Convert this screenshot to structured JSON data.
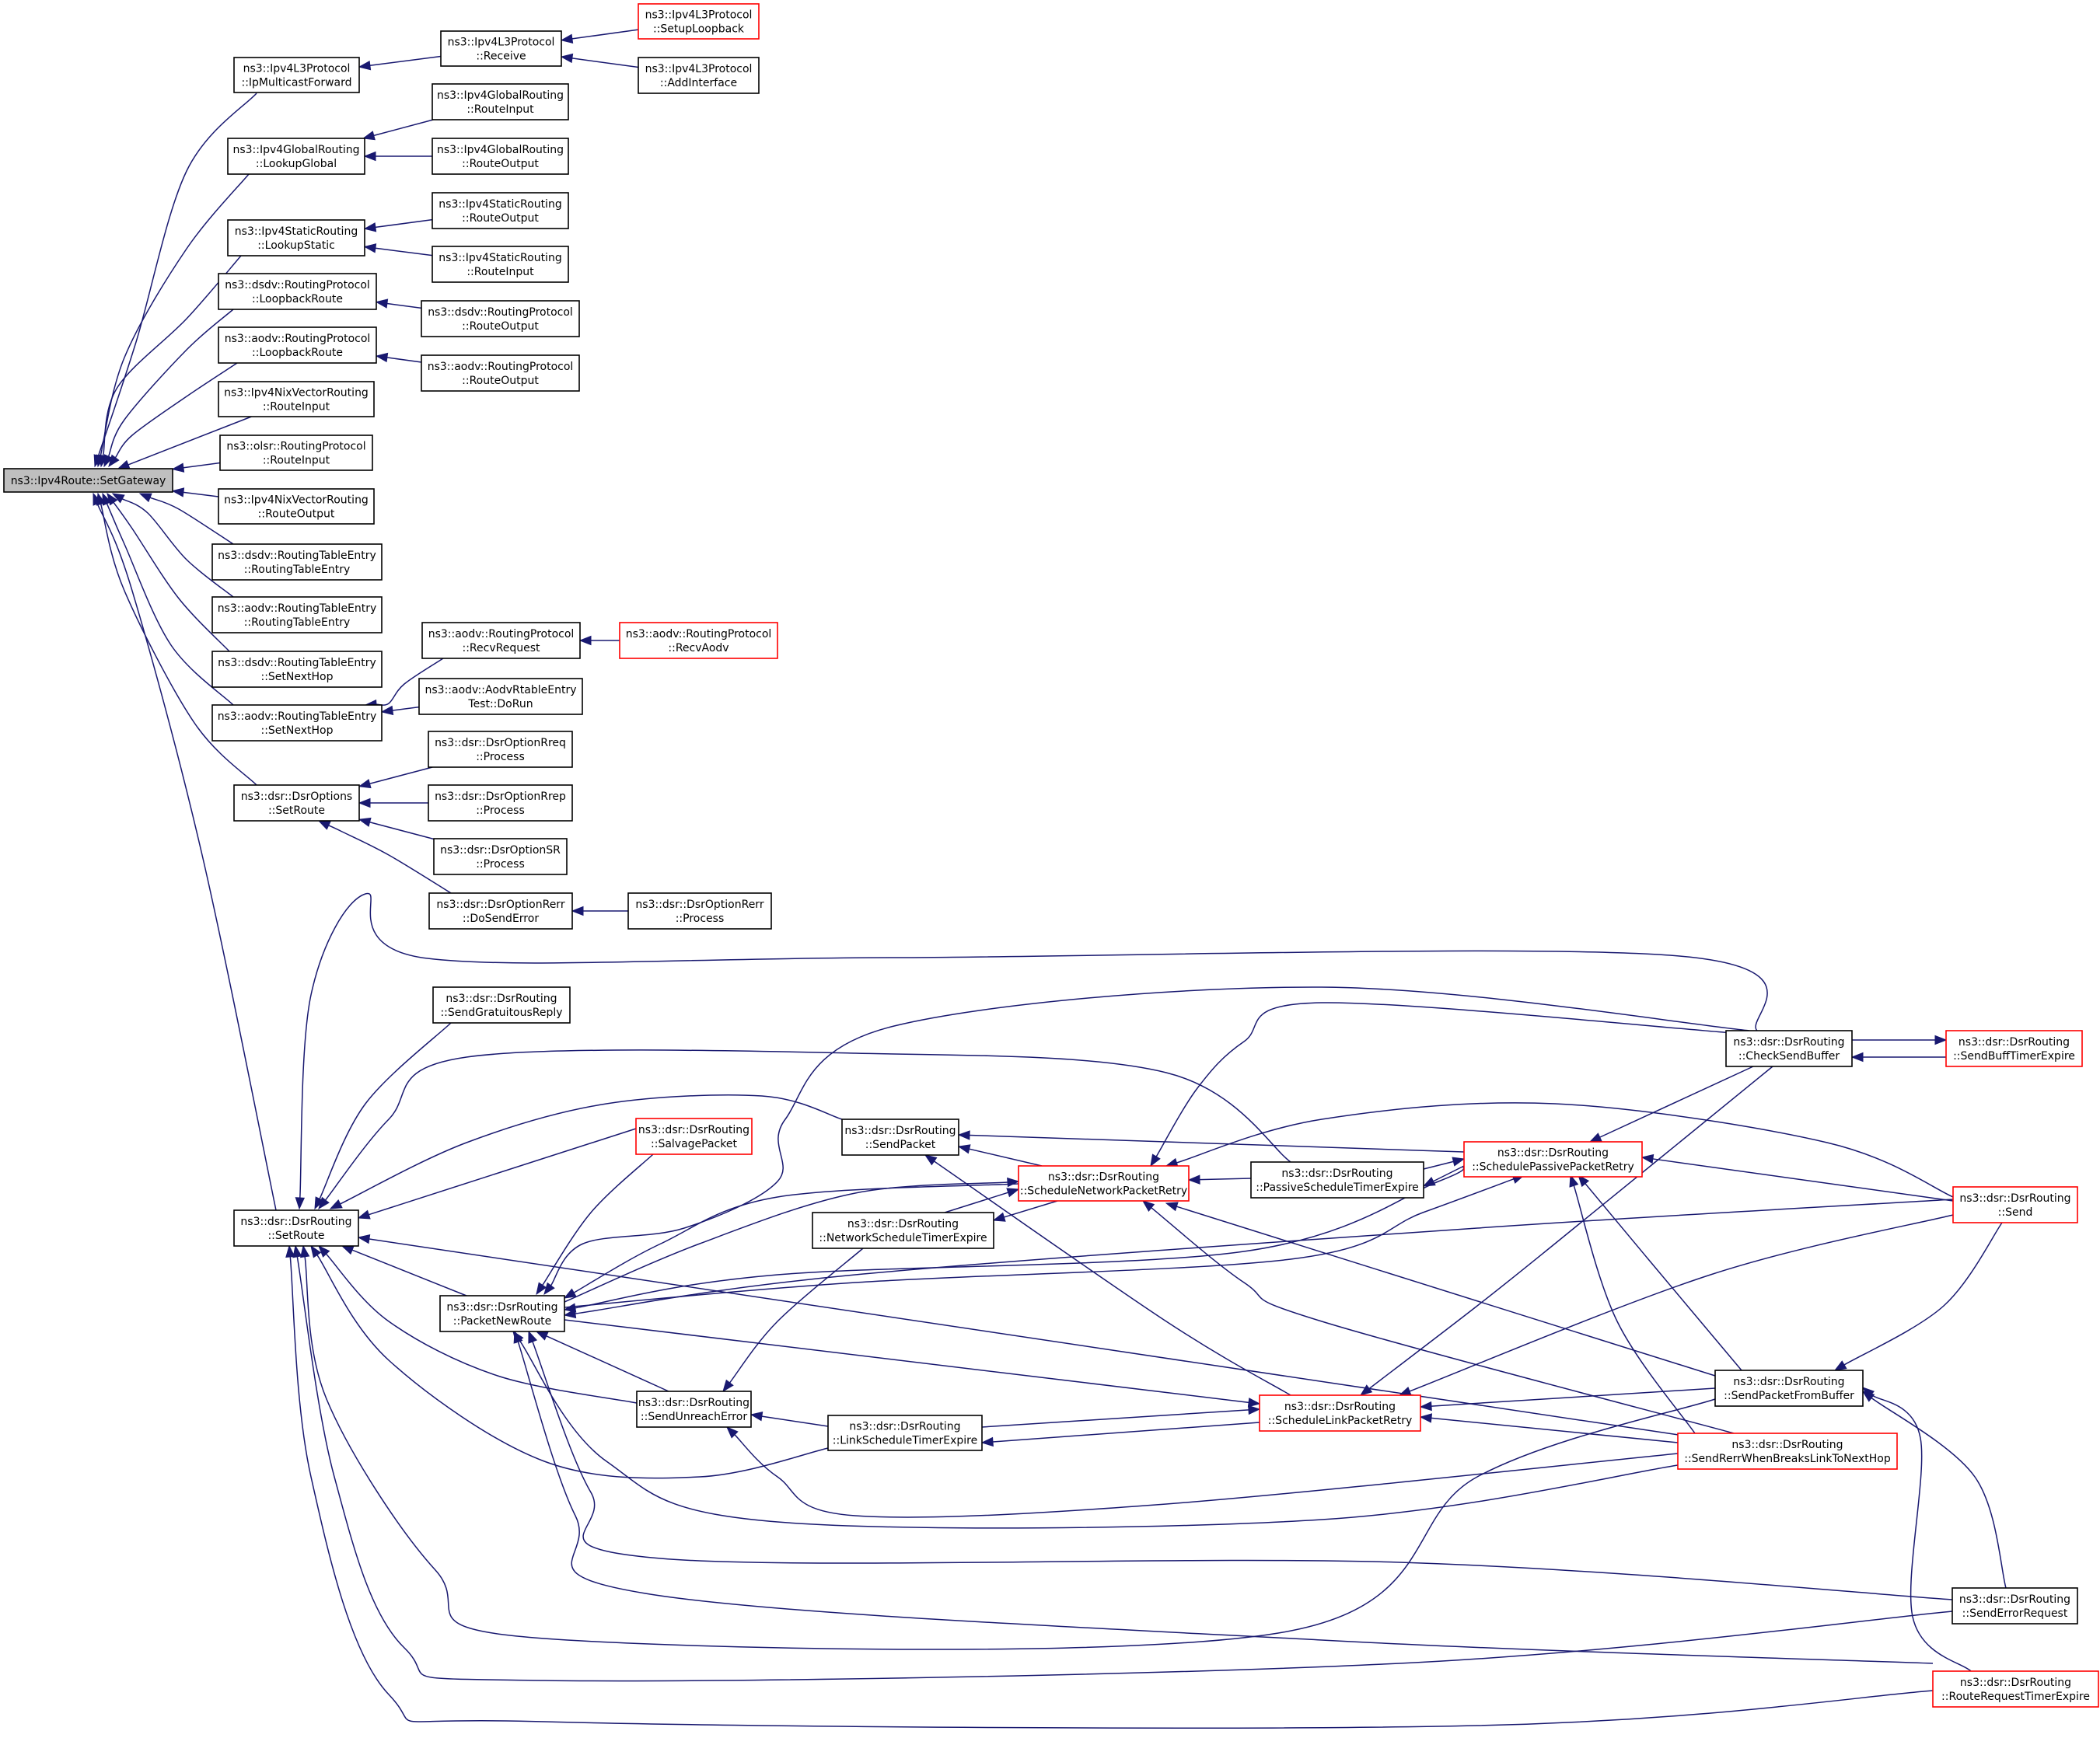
{
  "graph": {
    "type": "caller-graph",
    "root": "setgateway",
    "legend_colors": {
      "edge": "#191970",
      "node_border": "#000000",
      "truncated_node_border": "#ff0000",
      "root_fill": "#bfbfbf"
    },
    "nodes": [
      {
        "id": "setgateway",
        "lines": [
          "ns3::Ipv4Route::SetGateway"
        ],
        "style": "root"
      },
      {
        "id": "ipmulticastforward",
        "lines": [
          "ns3::Ipv4L3Protocol",
          "::IpMulticastForward"
        ],
        "style": "normal"
      },
      {
        "id": "l3receive",
        "lines": [
          "ns3::Ipv4L3Protocol",
          "::Receive"
        ],
        "style": "normal"
      },
      {
        "id": "setuploopback",
        "lines": [
          "ns3::Ipv4L3Protocol",
          "::SetupLoopback"
        ],
        "style": "truncated"
      },
      {
        "id": "addinterface",
        "lines": [
          "ns3::Ipv4L3Protocol",
          "::AddInterface"
        ],
        "style": "normal"
      },
      {
        "id": "lookupglobal",
        "lines": [
          "ns3::Ipv4GlobalRouting",
          "::LookupGlobal"
        ],
        "style": "normal"
      },
      {
        "id": "global_routeinput",
        "lines": [
          "ns3::Ipv4GlobalRouting",
          "::RouteInput"
        ],
        "style": "normal"
      },
      {
        "id": "global_routeoutput",
        "lines": [
          "ns3::Ipv4GlobalRouting",
          "::RouteOutput"
        ],
        "style": "normal"
      },
      {
        "id": "lookupstatic",
        "lines": [
          "ns3::Ipv4StaticRouting",
          "::LookupStatic"
        ],
        "style": "normal"
      },
      {
        "id": "static_routeoutput",
        "lines": [
          "ns3::Ipv4StaticRouting",
          "::RouteOutput"
        ],
        "style": "normal"
      },
      {
        "id": "static_routeinput",
        "lines": [
          "ns3::Ipv4StaticRouting",
          "::RouteInput"
        ],
        "style": "normal"
      },
      {
        "id": "dsdv_loopback",
        "lines": [
          "ns3::dsdv::RoutingProtocol",
          "::LoopbackRoute"
        ],
        "style": "normal"
      },
      {
        "id": "dsdv_routeoutput",
        "lines": [
          "ns3::dsdv::RoutingProtocol",
          "::RouteOutput"
        ],
        "style": "normal"
      },
      {
        "id": "aodv_loopback",
        "lines": [
          "ns3::aodv::RoutingProtocol",
          "::LoopbackRoute"
        ],
        "style": "normal"
      },
      {
        "id": "aodv_routeoutput",
        "lines": [
          "ns3::aodv::RoutingProtocol",
          "::RouteOutput"
        ],
        "style": "normal"
      },
      {
        "id": "nix_routeinput",
        "lines": [
          "ns3::Ipv4NixVectorRouting",
          "::RouteInput"
        ],
        "style": "normal"
      },
      {
        "id": "olsr_routeinput",
        "lines": [
          "ns3::olsr::RoutingProtocol",
          "::RouteInput"
        ],
        "style": "normal"
      },
      {
        "id": "nix_routeoutput",
        "lines": [
          "ns3::Ipv4NixVectorRouting",
          "::RouteOutput"
        ],
        "style": "normal"
      },
      {
        "id": "dsdv_rte_ctor",
        "lines": [
          "ns3::dsdv::RoutingTableEntry",
          "::RoutingTableEntry"
        ],
        "style": "normal"
      },
      {
        "id": "aodv_rte_ctor",
        "lines": [
          "ns3::aodv::RoutingTableEntry",
          "::RoutingTableEntry"
        ],
        "style": "normal"
      },
      {
        "id": "dsdv_setnexthop",
        "lines": [
          "ns3::dsdv::RoutingTableEntry",
          "::SetNextHop"
        ],
        "style": "normal"
      },
      {
        "id": "aodv_setnexthop",
        "lines": [
          "ns3::aodv::RoutingTableEntry",
          "::SetNextHop"
        ],
        "style": "normal"
      },
      {
        "id": "aodv_recvrequest",
        "lines": [
          "ns3::aodv::RoutingProtocol",
          "::RecvRequest"
        ],
        "style": "normal"
      },
      {
        "id": "aodv_recvaodv",
        "lines": [
          "ns3::aodv::RoutingProtocol",
          "::RecvAodv"
        ],
        "style": "truncated"
      },
      {
        "id": "aodv_rtabletest",
        "lines": [
          "ns3::aodv::AodvRtableEntry",
          "Test::DoRun"
        ],
        "style": "normal"
      },
      {
        "id": "dsroptions_setroute",
        "lines": [
          "ns3::dsr::DsrOptions",
          "::SetRoute"
        ],
        "style": "normal"
      },
      {
        "id": "rreq_process",
        "lines": [
          "ns3::dsr::DsrOptionRreq",
          "::Process"
        ],
        "style": "normal"
      },
      {
        "id": "rrep_process",
        "lines": [
          "ns3::dsr::DsrOptionRrep",
          "::Process"
        ],
        "style": "normal"
      },
      {
        "id": "sr_process",
        "lines": [
          "ns3::dsr::DsrOptionSR",
          "::Process"
        ],
        "style": "normal"
      },
      {
        "id": "rerr_dosenderror",
        "lines": [
          "ns3::dsr::DsrOptionRerr",
          "::DoSendError"
        ],
        "style": "normal"
      },
      {
        "id": "rerr_process",
        "lines": [
          "ns3::dsr::DsrOptionRerr",
          "::Process"
        ],
        "style": "normal"
      },
      {
        "id": "dsrrouting_setroute",
        "lines": [
          "ns3::dsr::DsrRouting",
          "::SetRoute"
        ],
        "style": "normal"
      },
      {
        "id": "sendgratuitousreply",
        "lines": [
          "ns3::dsr::DsrRouting",
          "::SendGratuitousReply"
        ],
        "style": "normal"
      },
      {
        "id": "salvagepacket",
        "lines": [
          "ns3::dsr::DsrRouting",
          "::SalvagePacket"
        ],
        "style": "truncated"
      },
      {
        "id": "sendpacket",
        "lines": [
          "ns3::dsr::DsrRouting",
          "::SendPacket"
        ],
        "style": "normal"
      },
      {
        "id": "packetnewroute",
        "lines": [
          "ns3::dsr::DsrRouting",
          "::PacketNewRoute"
        ],
        "style": "normal"
      },
      {
        "id": "schednetretry",
        "lines": [
          "ns3::dsr::DsrRouting",
          "::ScheduleNetworkPacketRetry"
        ],
        "style": "truncated"
      },
      {
        "id": "netschedtimer",
        "lines": [
          "ns3::dsr::DsrRouting",
          "::NetworkScheduleTimerExpire"
        ],
        "style": "normal"
      },
      {
        "id": "passiveschedtimer",
        "lines": [
          "ns3::dsr::DsrRouting",
          "::PassiveScheduleTimerExpire"
        ],
        "style": "normal"
      },
      {
        "id": "schedpassiveretry",
        "lines": [
          "ns3::dsr::DsrRouting",
          "::SchedulePassivePacketRetry"
        ],
        "style": "truncated"
      },
      {
        "id": "checksendbuffer",
        "lines": [
          "ns3::dsr::DsrRouting",
          "::CheckSendBuffer"
        ],
        "style": "normal"
      },
      {
        "id": "sendbufftimer",
        "lines": [
          "ns3::dsr::DsrRouting",
          "::SendBuffTimerExpire"
        ],
        "style": "truncated"
      },
      {
        "id": "send",
        "lines": [
          "ns3::dsr::DsrRouting",
          "::Send"
        ],
        "style": "truncated"
      },
      {
        "id": "sendunreacherror",
        "lines": [
          "ns3::dsr::DsrRouting",
          "::SendUnreachError"
        ],
        "style": "normal"
      },
      {
        "id": "linkschedtimer",
        "lines": [
          "ns3::dsr::DsrRouting",
          "::LinkScheduleTimerExpire"
        ],
        "style": "normal"
      },
      {
        "id": "schedlinkretry",
        "lines": [
          "ns3::dsr::DsrRouting",
          "::ScheduleLinkPacketRetry"
        ],
        "style": "truncated"
      },
      {
        "id": "sendpacketfrombuffer",
        "lines": [
          "ns3::dsr::DsrRouting",
          "::SendPacketFromBuffer"
        ],
        "style": "normal"
      },
      {
        "id": "sendrerrbreaks",
        "lines": [
          "ns3::dsr::DsrRouting",
          "::SendRerrWhenBreaksLinkToNextHop"
        ],
        "style": "truncated"
      },
      {
        "id": "senderrorrequest",
        "lines": [
          "ns3::dsr::DsrRouting",
          "::SendErrorRequest"
        ],
        "style": "normal"
      },
      {
        "id": "routerequesttimer",
        "lines": [
          "ns3::dsr::DsrRouting",
          "::RouteRequestTimerExpire"
        ],
        "style": "truncated"
      }
    ],
    "edges": [
      {
        "from": "ipmulticastforward",
        "to": "setgateway"
      },
      {
        "from": "lookupglobal",
        "to": "setgateway"
      },
      {
        "from": "lookupstatic",
        "to": "setgateway"
      },
      {
        "from": "dsdv_loopback",
        "to": "setgateway"
      },
      {
        "from": "aodv_loopback",
        "to": "setgateway"
      },
      {
        "from": "nix_routeinput",
        "to": "setgateway"
      },
      {
        "from": "olsr_routeinput",
        "to": "setgateway"
      },
      {
        "from": "nix_routeoutput",
        "to": "setgateway"
      },
      {
        "from": "dsdv_rte_ctor",
        "to": "setgateway"
      },
      {
        "from": "aodv_rte_ctor",
        "to": "setgateway"
      },
      {
        "from": "dsdv_setnexthop",
        "to": "setgateway"
      },
      {
        "from": "aodv_setnexthop",
        "to": "setgateway"
      },
      {
        "from": "dsroptions_setroute",
        "to": "setgateway"
      },
      {
        "from": "dsrrouting_setroute",
        "to": "setgateway"
      },
      {
        "from": "l3receive",
        "to": "ipmulticastforward"
      },
      {
        "from": "setuploopback",
        "to": "l3receive"
      },
      {
        "from": "addinterface",
        "to": "l3receive"
      },
      {
        "from": "global_routeinput",
        "to": "lookupglobal"
      },
      {
        "from": "global_routeoutput",
        "to": "lookupglobal"
      },
      {
        "from": "static_routeoutput",
        "to": "lookupstatic"
      },
      {
        "from": "static_routeinput",
        "to": "lookupstatic"
      },
      {
        "from": "dsdv_routeoutput",
        "to": "dsdv_loopback"
      },
      {
        "from": "aodv_routeoutput",
        "to": "aodv_loopback"
      },
      {
        "from": "aodv_recvrequest",
        "to": "aodv_setnexthop"
      },
      {
        "from": "aodv_rtabletest",
        "to": "aodv_setnexthop"
      },
      {
        "from": "aodv_recvaodv",
        "to": "aodv_recvrequest"
      },
      {
        "from": "rreq_process",
        "to": "dsroptions_setroute"
      },
      {
        "from": "rrep_process",
        "to": "dsroptions_setroute"
      },
      {
        "from": "sr_process",
        "to": "dsroptions_setroute"
      },
      {
        "from": "rerr_dosenderror",
        "to": "dsroptions_setroute"
      },
      {
        "from": "rerr_process",
        "to": "rerr_dosenderror"
      },
      {
        "from": "checksendbuffer",
        "to": "dsrrouting_setroute"
      },
      {
        "from": "sendgratuitousreply",
        "to": "dsrrouting_setroute"
      },
      {
        "from": "passiveschedtimer",
        "to": "dsrrouting_setroute"
      },
      {
        "from": "sendpacket",
        "to": "dsrrouting_setroute"
      },
      {
        "from": "salvagepacket",
        "to": "dsrrouting_setroute"
      },
      {
        "from": "packetnewroute",
        "to": "dsrrouting_setroute"
      },
      {
        "from": "sendunreacherror",
        "to": "dsrrouting_setroute"
      },
      {
        "from": "linkschedtimer",
        "to": "dsrrouting_setroute"
      },
      {
        "from": "sendpacketfrombuffer",
        "to": "dsrrouting_setroute"
      },
      {
        "from": "senderrorrequest",
        "to": "dsrrouting_setroute"
      },
      {
        "from": "routerequesttimer",
        "to": "dsrrouting_setroute"
      },
      {
        "from": "sendrerrbreaks",
        "to": "dsrrouting_setroute"
      },
      {
        "from": "salvagepacket",
        "to": "packetnewroute"
      },
      {
        "from": "checksendbuffer",
        "to": "packetnewroute"
      },
      {
        "from": "schednetretry",
        "to": "packetnewroute"
      },
      {
        "from": "schedpassiveretry",
        "to": "packetnewroute"
      },
      {
        "from": "send",
        "to": "packetnewroute"
      },
      {
        "from": "sendunreacherror",
        "to": "packetnewroute"
      },
      {
        "from": "sendrerrbreaks",
        "to": "packetnewroute"
      },
      {
        "from": "senderrorrequest",
        "to": "packetnewroute"
      },
      {
        "from": "routerequesttimer",
        "to": "packetnewroute"
      },
      {
        "from": "schednetretry",
        "to": "sendpacket"
      },
      {
        "from": "schedpassiveretry",
        "to": "sendpacket"
      },
      {
        "from": "schedlinkretry",
        "to": "sendpacket"
      },
      {
        "from": "netschedtimer",
        "to": "schednetretry"
      },
      {
        "from": "passiveschedtimer",
        "to": "schednetretry"
      },
      {
        "from": "checksendbuffer",
        "to": "schednetretry"
      },
      {
        "from": "send",
        "to": "schednetretry"
      },
      {
        "from": "sendpacketfrombuffer",
        "to": "schednetretry"
      },
      {
        "from": "sendrerrbreaks",
        "to": "schednetretry"
      },
      {
        "from": "packetnewroute",
        "to": "schednetretry"
      },
      {
        "from": "schednetretry",
        "to": "netschedtimer"
      },
      {
        "from": "schedpassiveretry",
        "to": "passiveschedtimer"
      },
      {
        "from": "passiveschedtimer",
        "to": "schedpassiveretry"
      },
      {
        "from": "checksendbuffer",
        "to": "schedpassiveretry"
      },
      {
        "from": "send",
        "to": "schedpassiveretry"
      },
      {
        "from": "sendpacketfrombuffer",
        "to": "schedpassiveretry"
      },
      {
        "from": "sendrerrbreaks",
        "to": "schedpassiveretry"
      },
      {
        "from": "packetnewroute",
        "to": "schedpassiveretry"
      },
      {
        "from": "sendbufftimer",
        "to": "checksendbuffer"
      },
      {
        "from": "checksendbuffer",
        "to": "sendbufftimer"
      },
      {
        "from": "send",
        "to": "sendpacketfrombuffer"
      },
      {
        "from": "senderrorrequest",
        "to": "sendpacketfrombuffer"
      },
      {
        "from": "routerequesttimer",
        "to": "sendpacketfrombuffer"
      },
      {
        "from": "netschedtimer",
        "to": "sendunreacherror"
      },
      {
        "from": "linkschedtimer",
        "to": "sendunreacherror"
      },
      {
        "from": "sendrerrbreaks",
        "to": "sendunreacherror"
      },
      {
        "from": "schedlinkretry",
        "to": "linkschedtimer"
      },
      {
        "from": "linkschedtimer",
        "to": "schedlinkretry"
      },
      {
        "from": "packetnewroute",
        "to": "schedlinkretry"
      },
      {
        "from": "checksendbuffer",
        "to": "schedlinkretry"
      },
      {
        "from": "send",
        "to": "schedlinkretry"
      },
      {
        "from": "sendpacketfrombuffer",
        "to": "schedlinkretry"
      },
      {
        "from": "sendrerrbreaks",
        "to": "schedlinkretry"
      }
    ]
  }
}
